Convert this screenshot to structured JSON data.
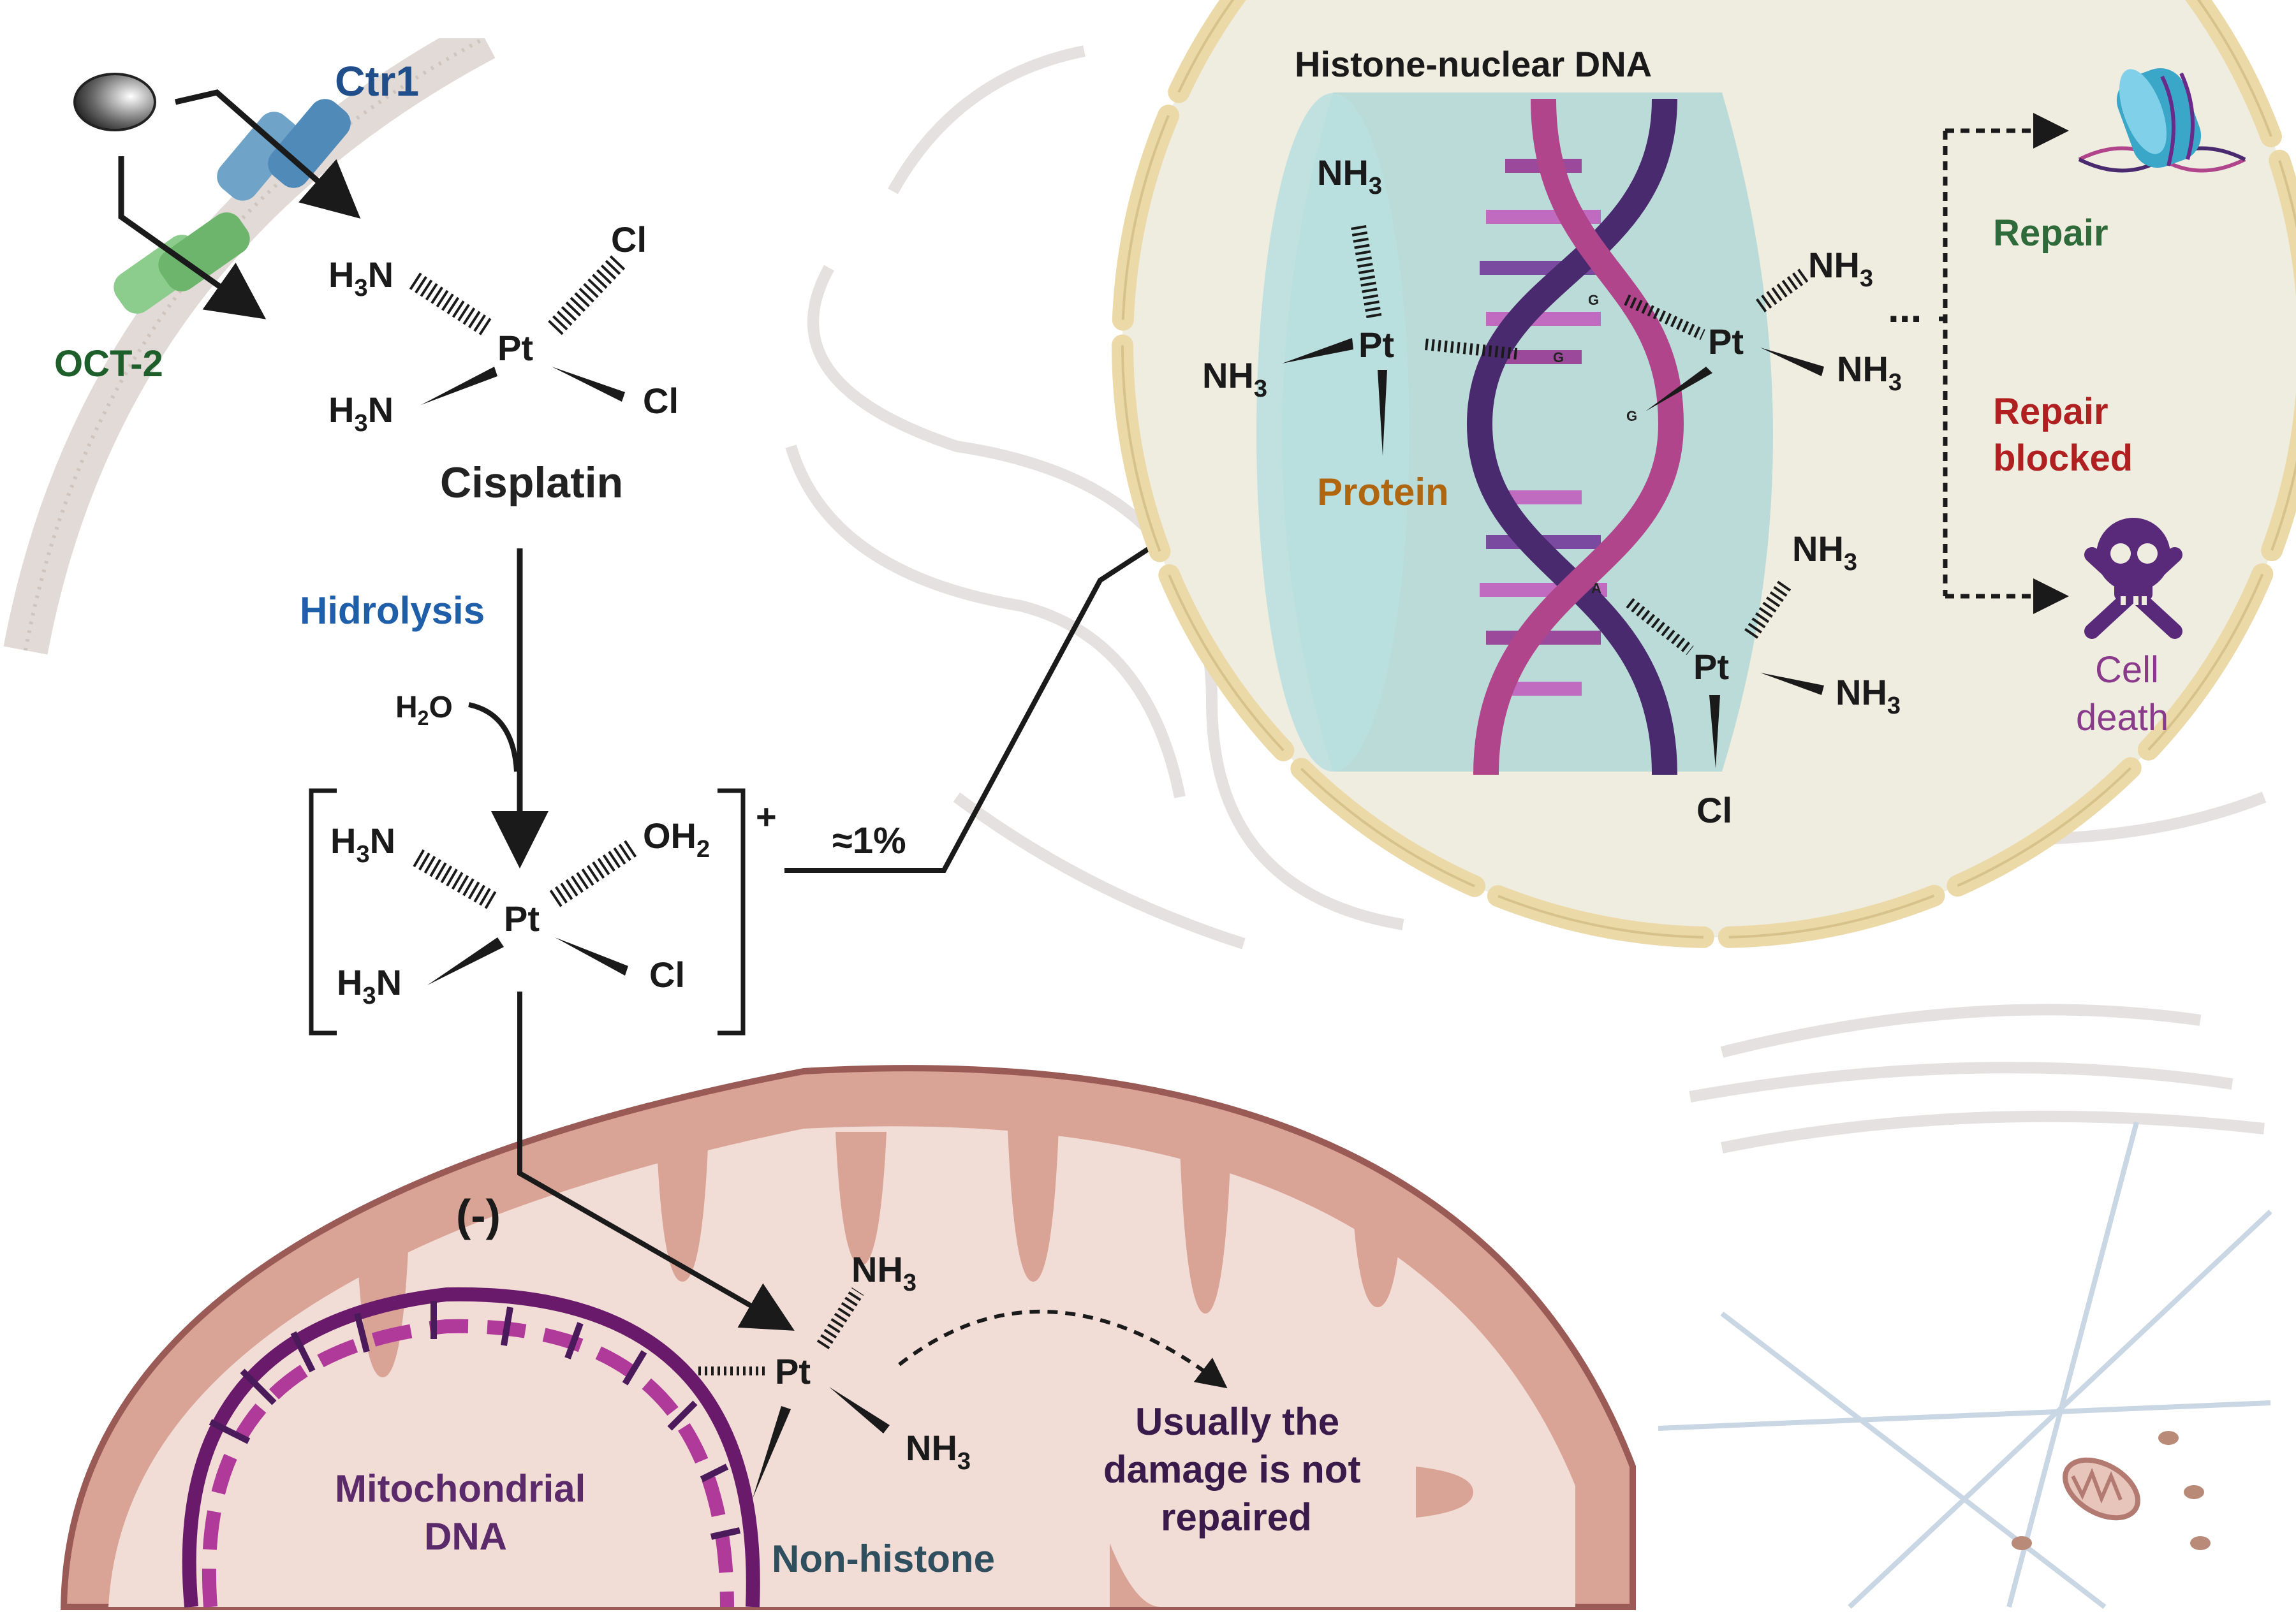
{
  "transporters": {
    "ctr1": "Ctr1",
    "oct2": "OCT-2"
  },
  "cisplatin": {
    "name": "Cisplatin",
    "h3n_top": "H",
    "h3n_top_sub": "3",
    "h3n_top_n": "N",
    "h3n_bot": "H",
    "h3n_bot_sub": "3",
    "h3n_bot_n": "N",
    "pt": "Pt",
    "cl_top": "Cl",
    "cl_bot": "Cl"
  },
  "hydrolysis": {
    "label": "Hidrolysis",
    "h": "H",
    "h_sub": "2",
    "o": "O"
  },
  "aquated": {
    "h3n_top": "H",
    "h3n_top_sub": "3",
    "h3n_top_n": "N",
    "h3n_bot": "H",
    "h3n_bot_sub": "3",
    "h3n_bot_n": "N",
    "pt": "Pt",
    "oh": "OH",
    "oh_sub": "2",
    "cl": "Cl",
    "charge": "+"
  },
  "percent": "≈1%",
  "nucleus": {
    "title": "Histone-nuclear DNA",
    "protein": "Protein",
    "pt": "Pt",
    "nh": "NH",
    "nh_sub": "3",
    "cl": "Cl",
    "bases": {
      "g1": "G",
      "g2": "G",
      "g3": "G",
      "a": "A"
    },
    "repair": "Repair",
    "repair_blocked_1": "Repair",
    "repair_blocked_2": "blocked",
    "cell_death_1": "Cell",
    "cell_death_2": "death",
    "dots": "..."
  },
  "mito": {
    "charge": "(-)",
    "dna_1": "Mitochondrial",
    "dna_2": "DNA",
    "pt": "Pt",
    "nh": "NH",
    "nh_sub": "3",
    "non_histone": "Non-histone",
    "damage_1": "Usually the",
    "damage_2": "damage is not",
    "damage_3": "repaired"
  },
  "colors": {
    "ctr1": "#1f4e8a",
    "oct2": "#1d5e2a",
    "hydrolysis": "#1f5ea8",
    "protein": "#b0650f",
    "repair": "#2f6b3a",
    "repair_blocked": "#b02020",
    "cell_death": "#8a3a8a",
    "mito_text": "#5a2a6a",
    "non_histone": "#2f4f5f",
    "mito_outer": "#d9a396",
    "mito_inner": "#f2dcd6",
    "nucleus_fill": "#efece0",
    "nucleus_ring": "#ecd9a8",
    "histone": "#a9d6d6"
  },
  "icons": [
    "skull-icon",
    "nucleosome-icon",
    "mitochondrion-icon"
  ]
}
